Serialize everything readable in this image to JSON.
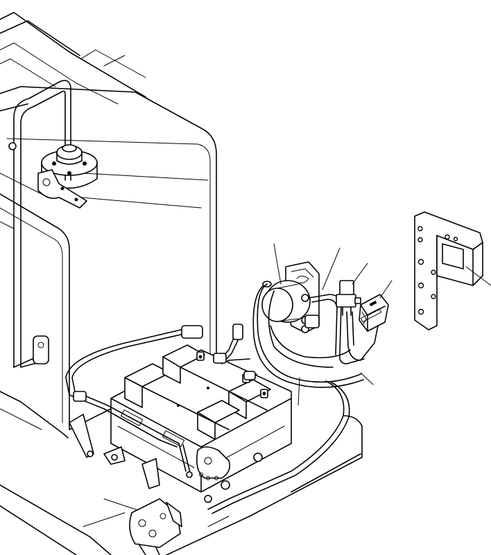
{
  "diagram": {
    "kind": "exploded-parts-illustration",
    "line_color": "#000000",
    "background": "#ffffff",
    "components": [
      {
        "id": "fuel-tank",
        "icon": "tank-icon"
      },
      {
        "id": "tank-cap",
        "icon": "cap-icon"
      },
      {
        "id": "battery-pack",
        "icon": "battery-icon"
      },
      {
        "id": "relay-motor",
        "icon": "relay-icon"
      },
      {
        "id": "connector",
        "icon": "connector-icon"
      },
      {
        "id": "controller-unit",
        "icon": "controller-icon"
      },
      {
        "id": "wiring-harness",
        "icon": "harness-icon"
      },
      {
        "id": "mounting-bracket",
        "icon": "bracket-icon"
      },
      {
        "id": "starter-motor",
        "icon": "motor-icon"
      }
    ],
    "callouts": [
      {
        "id": "leader-1",
        "target": "relay-motor"
      },
      {
        "id": "leader-2",
        "target": "relay-bracket"
      },
      {
        "id": "leader-3",
        "target": "connector"
      },
      {
        "id": "leader-4",
        "target": "controller-unit"
      },
      {
        "id": "leader-5",
        "target": "mounting-bracket"
      },
      {
        "id": "leader-6",
        "target": "wiring-harness"
      },
      {
        "id": "leader-7",
        "target": "battery-cable"
      }
    ]
  }
}
